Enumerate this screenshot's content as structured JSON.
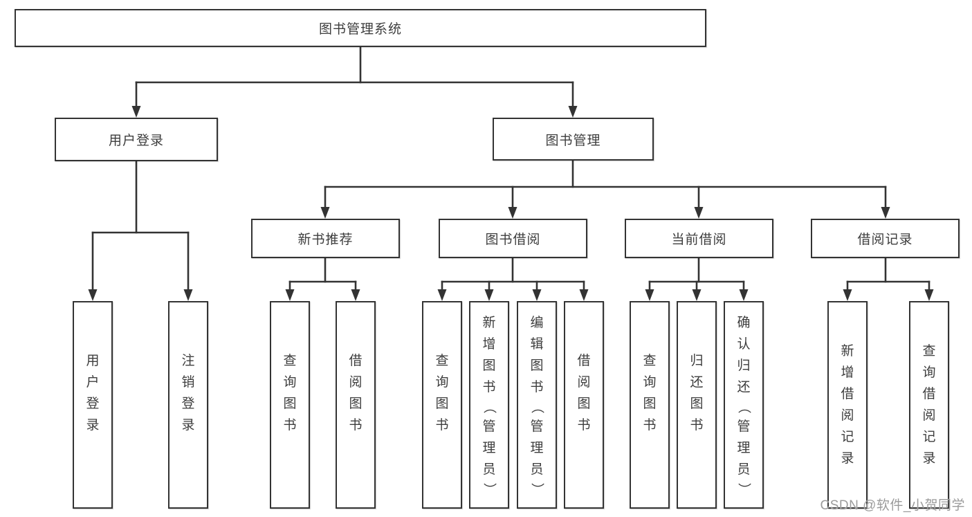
{
  "title_node": "图书管理系统",
  "level2": {
    "user_login": "用户登录",
    "book_management": "图书管理"
  },
  "level3": {
    "new_book_recommend": "新书推荐",
    "book_borrowing": "图书借阅",
    "current_borrowing": "当前借阅",
    "borrowing_records": "借阅记录"
  },
  "leaves": {
    "login": [
      "用户登录",
      "注销登录"
    ],
    "recommend": [
      "查询图书",
      "借阅图书"
    ],
    "borrow": [
      "查询图书",
      "新增图书（管理员）",
      "编辑图书（管理员）",
      "借阅图书"
    ],
    "current": [
      "查询图书",
      "归还图书",
      "确认归还（管理员）"
    ],
    "records": [
      "新增借阅记录",
      "查询借阅记录"
    ]
  },
  "watermark": "CSDN @软件_小贺同学",
  "colors": {
    "line": "#333333",
    "border": "#333333",
    "text": "#3d3d3d",
    "background": "#ffffff",
    "watermark": "#9b9b9b"
  }
}
